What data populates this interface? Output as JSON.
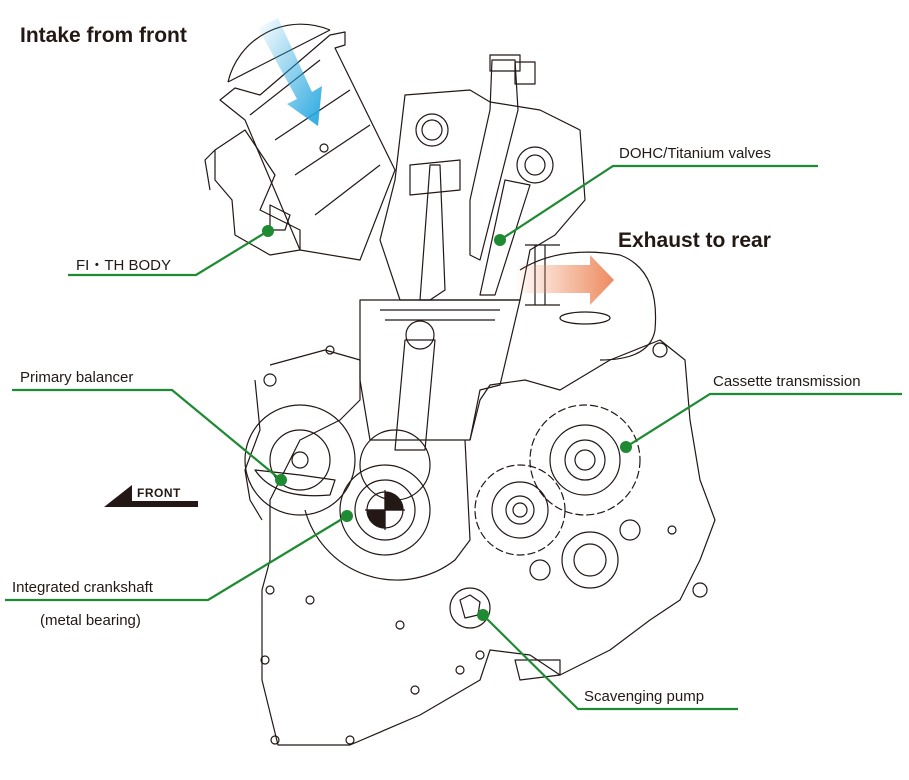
{
  "diagram": {
    "subject": "Single-cylinder engine cutaway (side view)",
    "headings": {
      "intake": "Intake from front",
      "exhaust": "Exhaust to rear"
    },
    "direction_marker": "FRONT",
    "callouts": [
      {
        "id": "fi-th-body",
        "label": "FI・TH BODY"
      },
      {
        "id": "dohc",
        "label": "DOHC/Titanium valves"
      },
      {
        "id": "primary-balancer",
        "label": "Primary balancer"
      },
      {
        "id": "cassette-transmission",
        "label": "Cassette transmission"
      },
      {
        "id": "integrated-crankshaft",
        "label": "Integrated crankshaft",
        "sublabel": "(metal bearing)"
      },
      {
        "id": "scavenging-pump",
        "label": "Scavenging pump"
      }
    ],
    "colors": {
      "leader_line": "#1e8a32",
      "intake_arrow": "#29a8e0",
      "exhaust_arrow": "#ee8a5e",
      "line_art": "#231815"
    }
  }
}
